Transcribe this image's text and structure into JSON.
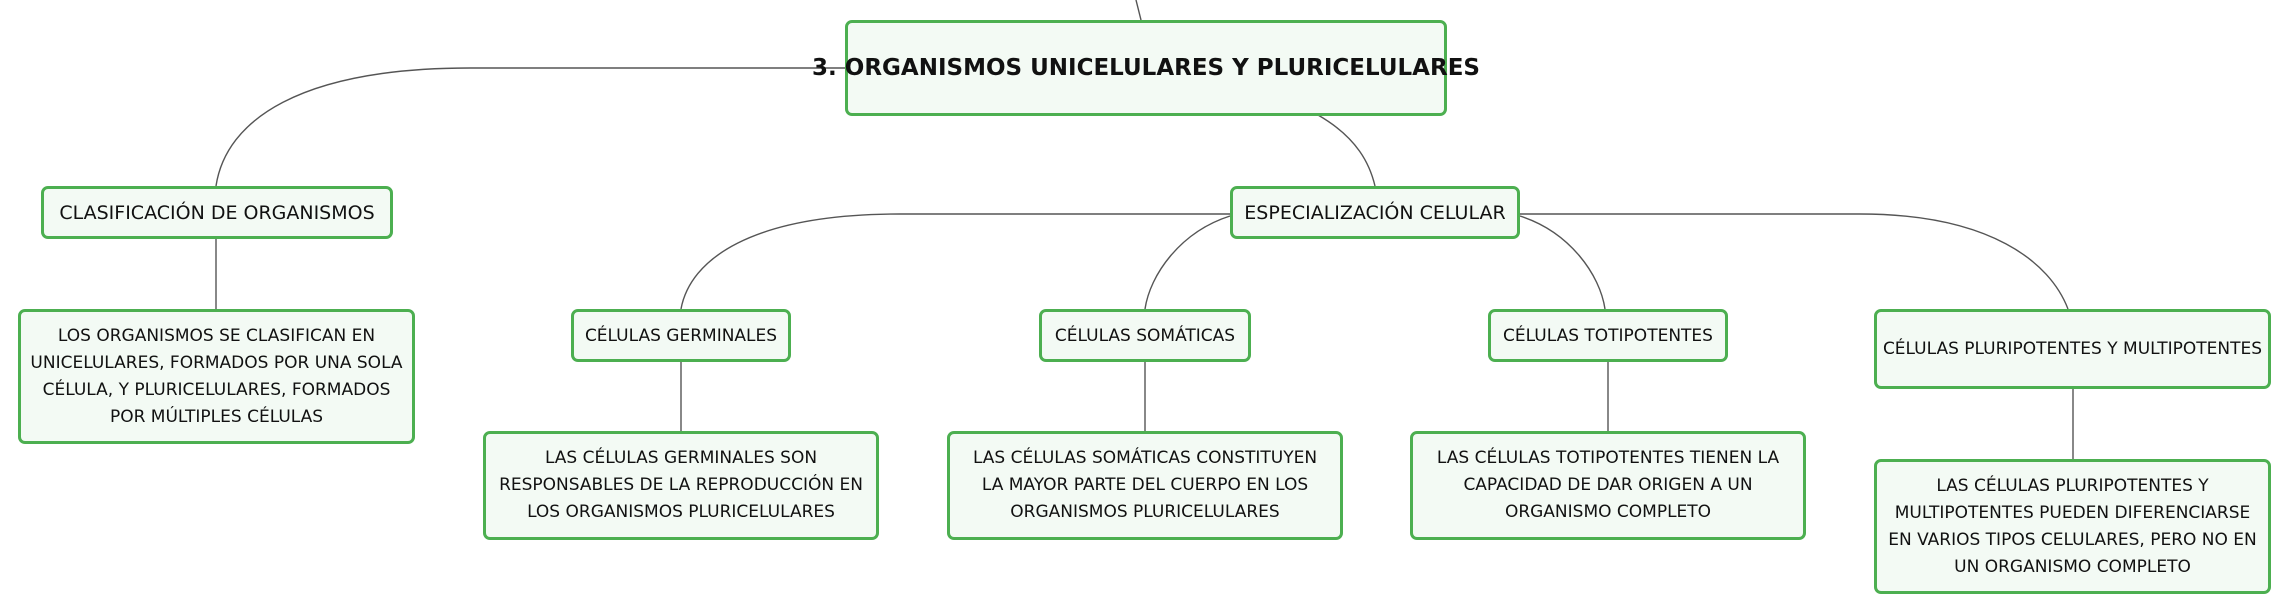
{
  "root": {
    "label": "3. ORGANISMOS UNICELULARES Y PLURICELULARES"
  },
  "classification": {
    "label": "CLASIFICACIÓN DE ORGANISMOS",
    "description": "LOS ORGANISMOS SE CLASIFICAN EN UNICELULARES, FORMADOS POR UNA SOLA CÉLULA, Y PLURICELULARES, FORMADOS POR MÚLTIPLES CÉLULAS"
  },
  "specialization": {
    "label": "ESPECIALIZACIÓN CELULAR",
    "children": [
      {
        "label": "CÉLULAS GERMINALES",
        "description": "LAS CÉLULAS GERMINALES SON RESPONSABLES DE LA REPRODUCCIÓN EN LOS ORGANISMOS PLURICELULARES"
      },
      {
        "label": "CÉLULAS SOMÁTICAS",
        "description": "LAS CÉLULAS SOMÁTICAS CONSTITUYEN LA MAYOR PARTE DEL CUERPO EN LOS ORGANISMOS PLURICELULARES"
      },
      {
        "label": "CÉLULAS TOTIPOTENTES",
        "description": "LAS CÉLULAS TOTIPOTENTES TIENEN LA CAPACIDAD DE DAR ORIGEN A UN ORGANISMO COMPLETO"
      },
      {
        "label": "CÉLULAS PLURIPOTENTES Y MULTIPOTENTES",
        "description": "LAS CÉLULAS PLURIPOTENTES Y MULTIPOTENTES PUEDEN DIFERENCIARSE EN VARIOS TIPOS CELULARES, PERO NO EN UN ORGANISMO COMPLETO"
      }
    ]
  },
  "colors": {
    "node_border": "#4caf50",
    "node_fill": "#f3faf4",
    "connector": "#555555"
  }
}
